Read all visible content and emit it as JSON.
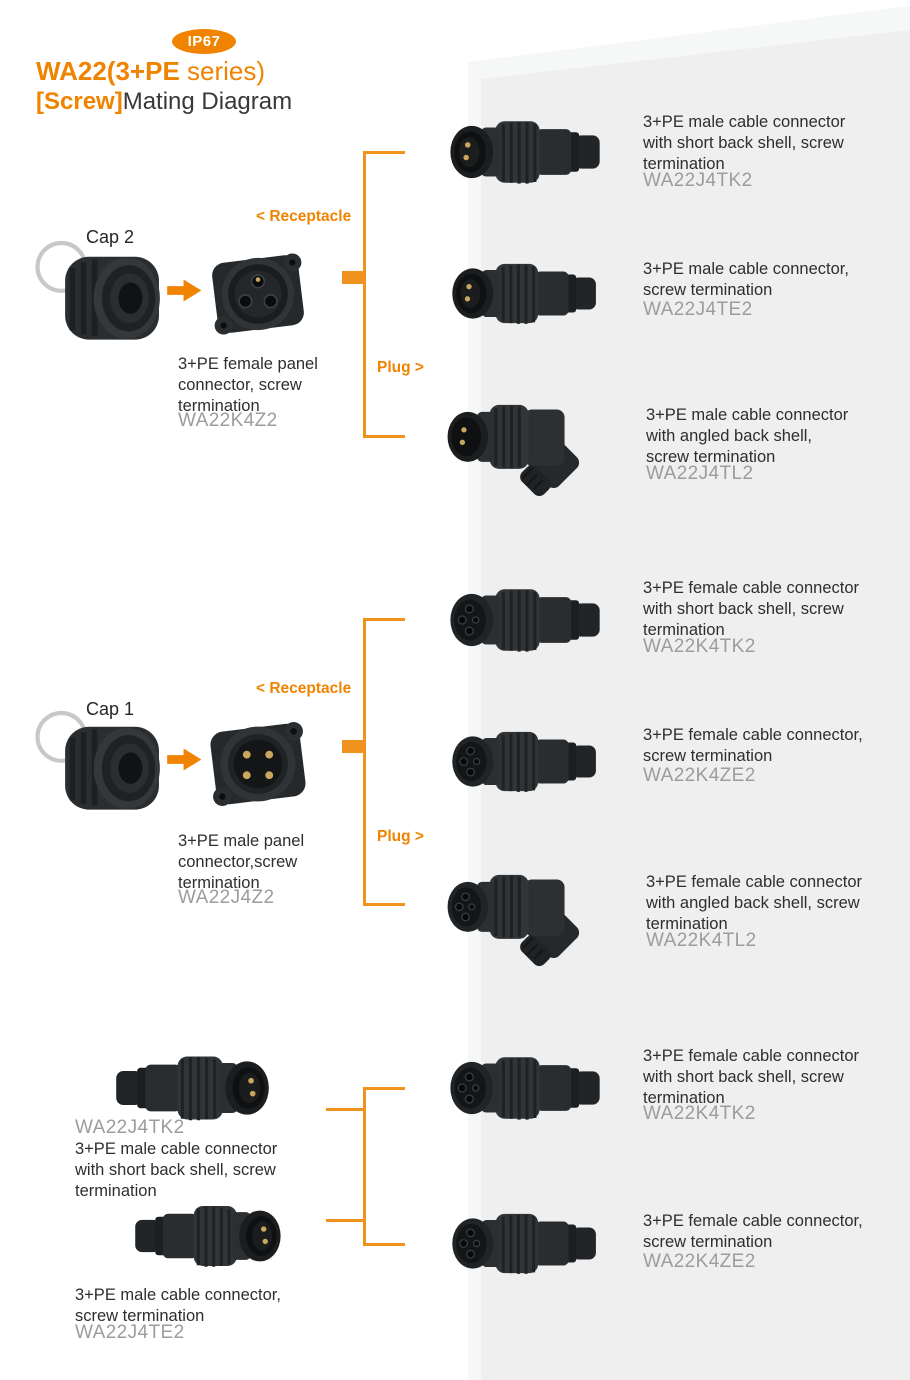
{
  "header": {
    "badge": "IP67",
    "title_main": "WA22(3+PE",
    "title_tail": " series)",
    "subtitle_tag": "[Screw]",
    "subtitle_text": "Mating Diagram"
  },
  "colors": {
    "accent": "#F08300",
    "line": "#F0931E",
    "panel": "#EFEFEF",
    "panel_edge": "#F6F7F7",
    "text": "#2E2E2E",
    "part_number": "#9C9C9C",
    "badge_text": "#FFFFFF"
  },
  "group1": {
    "cap_label": "Cap 2",
    "receptacle_label": "< Receptacle",
    "plug_label": "Plug >",
    "receptacle": {
      "desc": "3+PE female panel\nconnector, screw\ntermination",
      "part": "WA22K4Z2"
    },
    "plugs": [
      {
        "desc": "3+PE male cable connector\nwith short back shell, screw\ntermination",
        "part": "WA22J4TK2"
      },
      {
        "desc": "3+PE male cable connector,\nscrew termination",
        "part": "WA22J4TE2"
      },
      {
        "desc": "3+PE male cable connector\nwith angled back shell,\nscrew termination",
        "part": "WA22J4TL2"
      }
    ]
  },
  "group2": {
    "cap_label": "Cap 1",
    "receptacle_label": "< Receptacle",
    "plug_label": "Plug >",
    "receptacle": {
      "desc": "3+PE male panel\nconnector,screw\ntermination",
      "part": "WA22J4Z2"
    },
    "plugs": [
      {
        "desc": "3+PE female cable connector\nwith short back shell, screw\ntermination",
        "part": "WA22K4TK2"
      },
      {
        "desc": "3+PE female cable connector,\nscrew termination",
        "part": "WA22K4ZE2"
      },
      {
        "desc": "3+PE female cable connector\nwith angled back shell, screw\ntermination",
        "part": "WA22K4TL2"
      }
    ]
  },
  "group3": {
    "left_plugs": [
      {
        "part": "WA22J4TK2",
        "desc": "3+PE male cable connector\nwith short back shell, screw\ntermination"
      },
      {
        "desc": "3+PE male cable connector,\nscrew termination",
        "part": "WA22J4TE2"
      }
    ],
    "right_plugs": [
      {
        "desc": "3+PE female cable connector\nwith short back shell, screw\ntermination",
        "part": "WA22K4TK2"
      },
      {
        "desc": "3+PE female cable connector,\nscrew termination",
        "part": "WA22K4ZE2"
      }
    ]
  }
}
